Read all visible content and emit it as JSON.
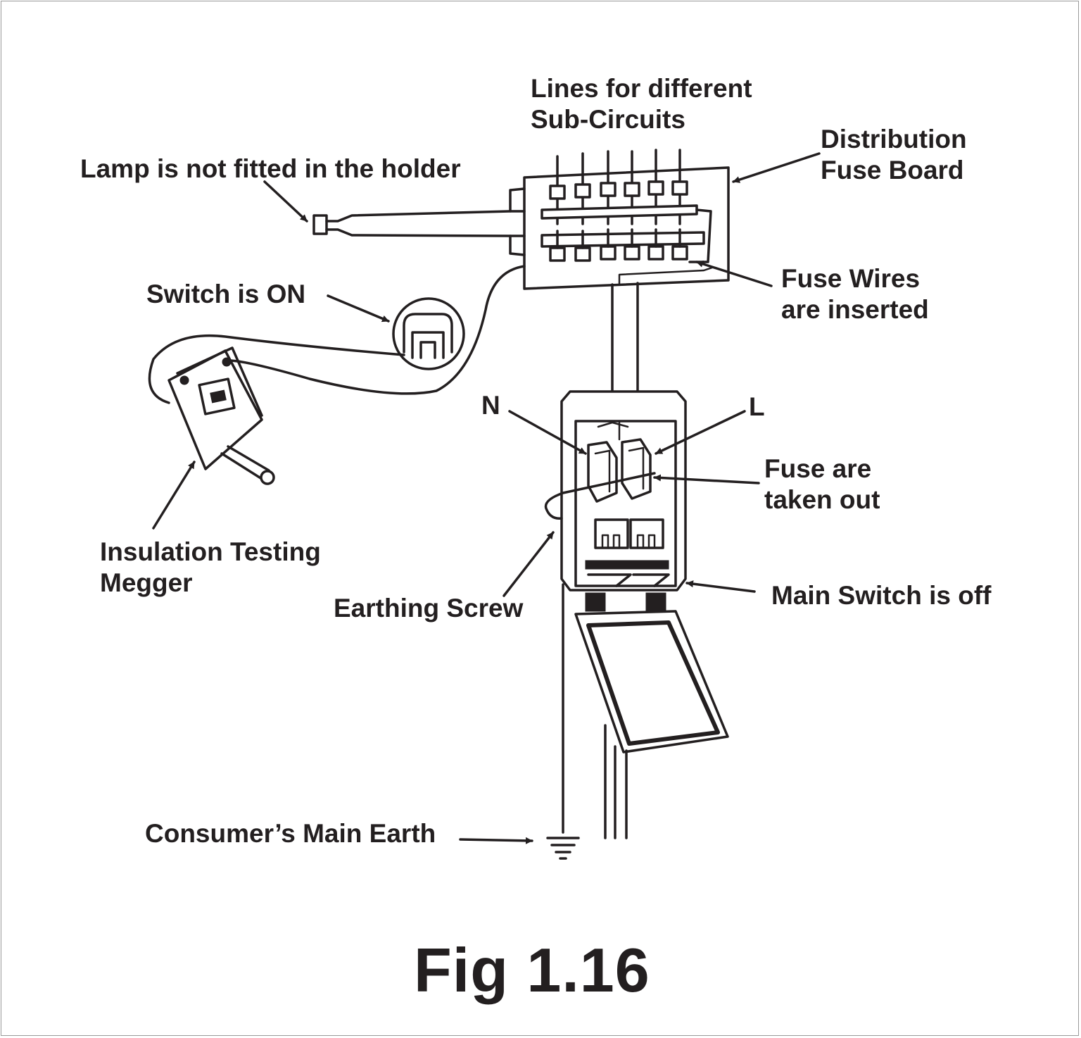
{
  "labels": {
    "lines_sub_circuits": [
      "Lines for different",
      "Sub-Circuits"
    ],
    "distribution_board": [
      "Distribution",
      "Fuse Board"
    ],
    "lamp_not_fitted": "Lamp is not fitted in the holder",
    "switch_on": "Switch is ON",
    "fuse_wires": [
      "Fuse Wires",
      "are inserted"
    ],
    "neutral": "N",
    "live": "L",
    "fuse_taken_out": [
      "Fuse are",
      "taken out"
    ],
    "megger": [
      "Insulation Testing",
      "Megger"
    ],
    "earthing_screw": "Earthing Screw",
    "main_switch_off": "Main Switch is off",
    "main_earth": "Consumer’s Main Earth"
  },
  "caption": "Fig 1.16",
  "colors": {
    "ink": "#231f20",
    "background": "#ffffff"
  }
}
